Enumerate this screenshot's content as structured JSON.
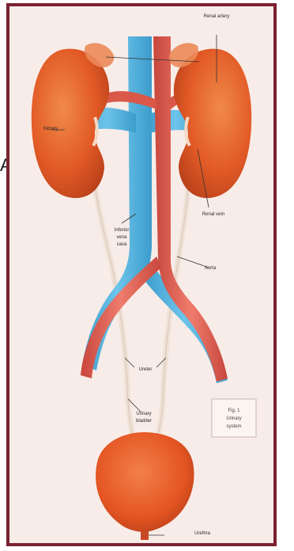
{
  "figure": {
    "side_letter": "A",
    "fig_box_lines": [
      "Fig. 1",
      "Urinary",
      "system"
    ]
  },
  "labels": {
    "renal_artery": [
      "Renal artery"
    ],
    "kidney": [
      "Kidney"
    ],
    "renal_vein": [
      "Renal vein"
    ],
    "inferior_vena_cava": [
      "Inferior",
      "vena",
      "cava"
    ],
    "aorta": [
      "Aorta"
    ],
    "ureter": [
      "Ureter"
    ],
    "urinary_bladder": [
      "Urinary",
      "bladder"
    ],
    "urethra": [
      "Urethra"
    ]
  },
  "colors": {
    "frame": "#7a2230",
    "background": "#f8ece8",
    "kidney": "#e25a26",
    "vein": "#5ab4de",
    "artery": "#e0655a",
    "ureter": "#efe1d6",
    "bladder": "#e85826"
  }
}
